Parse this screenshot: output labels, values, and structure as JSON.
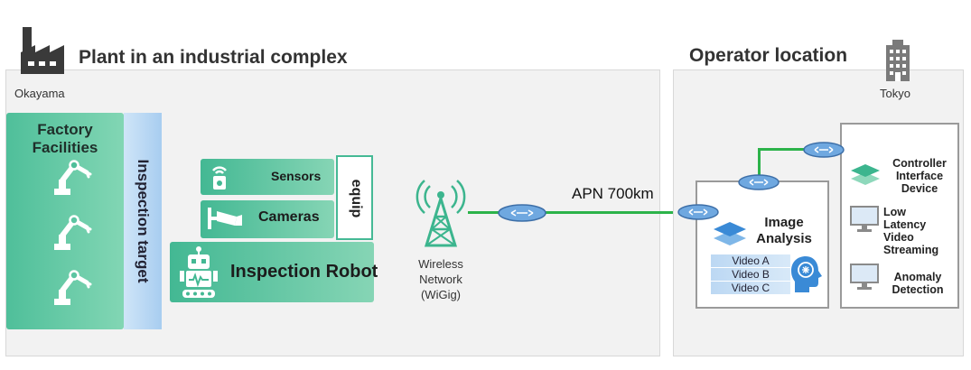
{
  "plant": {
    "title": "Plant in an industrial complex",
    "location": "Okayama",
    "facilities_line1": "Factory",
    "facilities_line2": "Facilities",
    "inspection_target": "Inspection target",
    "sensors": "Sensors",
    "cameras": "Cameras",
    "equip": "equip",
    "robot": "Inspection Robot",
    "wireless_line1": "Wireless",
    "wireless_line2": "Network",
    "wireless_line3": "(WiGig)"
  },
  "link": {
    "label": "APN 700km"
  },
  "operator": {
    "title": "Operator location",
    "location": "Tokyo",
    "image_analysis_line1": "Image",
    "image_analysis_line2": "Analysis",
    "videos": [
      "Video A",
      "Video B",
      "Video C"
    ],
    "controller_line1": "Controller",
    "controller_line2": "Interface",
    "controller_line3": "Device",
    "low_latency_line1": "Low",
    "low_latency_line2": "Latency",
    "low_latency_line3": "Video",
    "low_latency_line4": "Streaming",
    "anomaly_line1": "Anomaly",
    "anomaly_line2": "Detection"
  },
  "colors": {
    "green_accent": "#3cb58e",
    "link_line": "#2cb34a",
    "router_fill": "#6fa8e0",
    "panel_bg": "#f2f2f2"
  },
  "icons": {
    "factory": "factory-icon",
    "building": "office-building-icon",
    "robot_arm": "robot-arm-icon",
    "sensor": "sensor-icon",
    "camera": "camera-icon",
    "robot": "robot-icon",
    "tower": "antenna-tower-icon",
    "router": "router-icon",
    "layers": "layers-icon",
    "brain": "ai-head-icon",
    "monitor": "monitor-icon"
  }
}
